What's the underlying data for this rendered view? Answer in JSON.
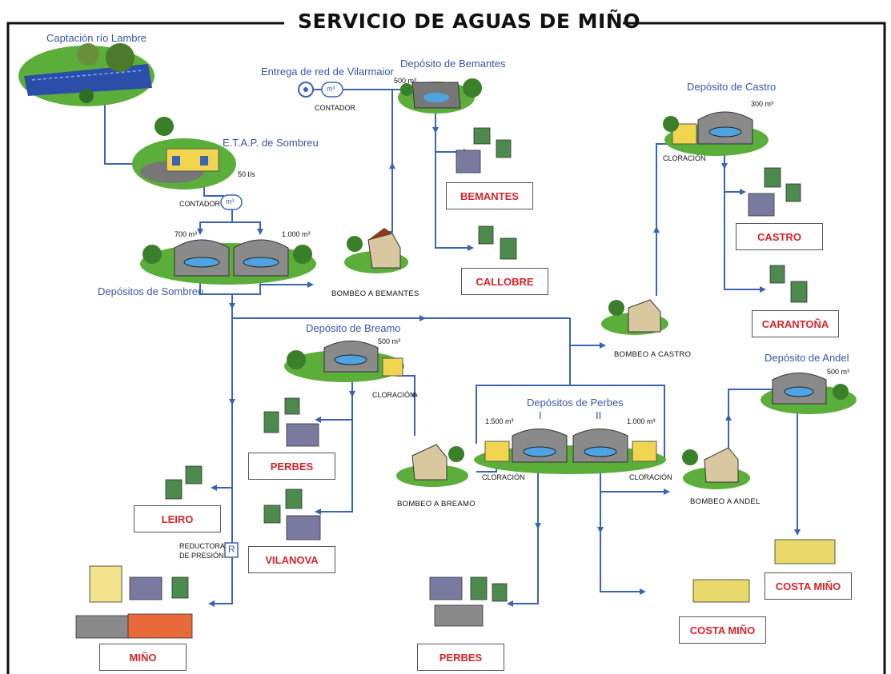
{
  "title": "SERVICIO DE AGUAS DE MIÑO",
  "sources": {
    "captacion": "Captación río Lambre",
    "etap": "E.T.A.P. de Sombreu",
    "etap_flow": "50 l/s",
    "entrega": "Entrega de red de Vilarmaior",
    "contador": "CONTADOR",
    "meter_symbol": "m³"
  },
  "deposits": {
    "bemantes": {
      "name": "Depósito de Bemantes",
      "volume": "500 m³"
    },
    "castro": {
      "name": "Depósito de Castro",
      "volume": "300 m³"
    },
    "sombreu": {
      "name": "Depósitos de Sombreu",
      "volume_1": "700 m³",
      "volume_2": "1.000 m³"
    },
    "breamo": {
      "name": "Depósito de Breamo",
      "volume": "500 m³"
    },
    "perbes": {
      "name": "Depósitos de Perbes",
      "tank_1": "I",
      "tank_2": "II",
      "volume_1": "1.500 m³",
      "volume_2": "1.000 m³"
    },
    "andel": {
      "name": "Depósito de Andel",
      "volume": "500 m³"
    }
  },
  "equipment": {
    "cloracion": "CLORACIÓN",
    "bombeo_bemantes": "BOMBEO A BEMANTES",
    "bombeo_castro": "BOMBEO A CASTRO",
    "bombeo_breamo": "BOMBEO A BREAMO",
    "bombeo_andel": "BOMBEO A ANDEL",
    "reductora_line1": "REDUCTORA",
    "reductora_line2": "DE PRESIÓN",
    "reductora_symbol": "R"
  },
  "zones": {
    "bemantes": "BEMANTES",
    "callobre": "CALLOBRE",
    "castro": "CASTRO",
    "carantona": "CARANTOÑA",
    "perbes_upper": "PERBES",
    "leiro": "LEIRO",
    "vilanova": "VILANOVA",
    "costa_mino_right": "COSTA MIÑO",
    "costa_mino_center": "COSTA MIÑO",
    "mino": "MIÑO",
    "perbes_bottom": "PERBES"
  },
  "colors": {
    "pipe": "#3b63b5",
    "zone_text": "#d8232a",
    "label": "#3b56a8",
    "water": "#4fa3e0",
    "grass": "#5cae3a",
    "tank": "#8a8a8a"
  }
}
